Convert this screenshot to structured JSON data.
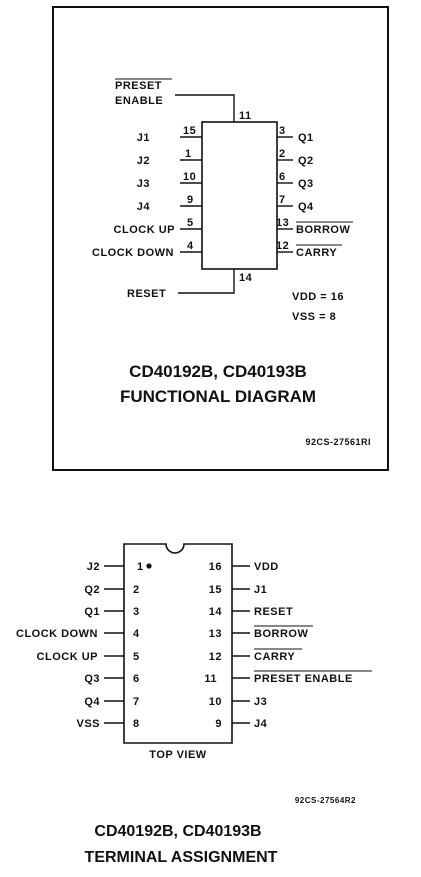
{
  "functional": {
    "preset_enable_line1": "PRESET",
    "preset_enable_line2": "ENABLE",
    "preset_enable_pin": "11",
    "left_pins": [
      {
        "label": "J1",
        "pin": "15"
      },
      {
        "label": "J2",
        "pin": "1"
      },
      {
        "label": "J3",
        "pin": "10"
      },
      {
        "label": "J4",
        "pin": "9"
      },
      {
        "label": "CLOCK UP",
        "pin": "5"
      },
      {
        "label": "CLOCK DOWN",
        "pin": "4"
      }
    ],
    "right_pins": [
      {
        "label": "Q1",
        "pin": "3"
      },
      {
        "label": "Q2",
        "pin": "2"
      },
      {
        "label": "Q3",
        "pin": "6"
      },
      {
        "label": "Q4",
        "pin": "7"
      },
      {
        "label": "BORROW",
        "pin": "13"
      },
      {
        "label": "CARRY",
        "pin": "12"
      }
    ],
    "reset_label": "RESET",
    "reset_pin": "14",
    "vdd_label": "VDD",
    "vdd_value": "16",
    "vss_label": "VSS",
    "vss_value": "8",
    "title_line1": "CD40192B, CD40193B",
    "title_line2": "FUNCTIONAL DIAGRAM",
    "code": "92CS-27561RI"
  },
  "terminal": {
    "left": [
      {
        "label": "J2",
        "pin": "1"
      },
      {
        "label": "Q2",
        "pin": "2"
      },
      {
        "label": "Q1",
        "pin": "3"
      },
      {
        "label": "CLOCK DOWN",
        "pin": "4"
      },
      {
        "label": "CLOCK UP",
        "pin": "5"
      },
      {
        "label": "Q3",
        "pin": "6"
      },
      {
        "label": "Q4",
        "pin": "7"
      },
      {
        "label": "VSS",
        "pin": "8"
      }
    ],
    "right": [
      {
        "label": "VDD",
        "pin": "16"
      },
      {
        "label": "J1",
        "pin": "15"
      },
      {
        "label": "RESET",
        "pin": "14"
      },
      {
        "label": "BORROW",
        "pin": "13"
      },
      {
        "label": "CARRY",
        "pin": "12"
      },
      {
        "label": "PRESET ENABLE",
        "pin": "11"
      },
      {
        "label": "J3",
        "pin": "10"
      },
      {
        "label": "J4",
        "pin": "9"
      }
    ],
    "top_view": "TOP VIEW",
    "code": "92CS-27564R2",
    "title_line1": "CD40192B, CD40193B",
    "title_line2": "TERMINAL ASSIGNMENT"
  }
}
